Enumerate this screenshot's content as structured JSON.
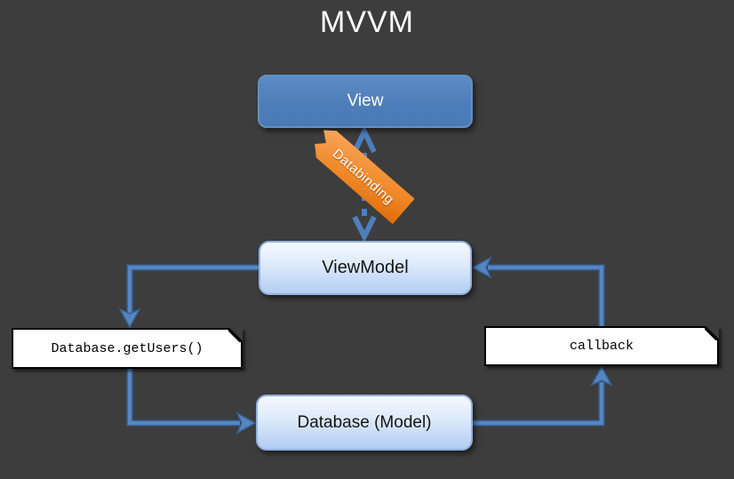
{
  "title": "MVVM",
  "diagram": {
    "nodes": {
      "view": {
        "label": "View",
        "shape": "rounded-rect",
        "fill": "blue"
      },
      "viewmodel": {
        "label": "ViewModel",
        "shape": "rounded-rect",
        "fill": "light-blue"
      },
      "database_get_users": {
        "label": "Database.getUsers()",
        "shape": "note-chamfered",
        "fill": "white"
      },
      "callback": {
        "label": "callback",
        "shape": "note-chamfered",
        "fill": "white"
      },
      "database_model": {
        "label": "Database (Model)",
        "shape": "rounded-rect",
        "fill": "light-blue"
      }
    },
    "ribbon": {
      "label": "Databinding"
    },
    "edges": [
      {
        "from": "viewmodel",
        "to": "view",
        "style": "dashed",
        "bidirectional": true,
        "label": "Databinding"
      },
      {
        "from": "viewmodel",
        "to": "database_get_users",
        "style": "solid"
      },
      {
        "from": "database_get_users",
        "to": "database_model",
        "style": "solid"
      },
      {
        "from": "database_model",
        "to": "callback",
        "style": "solid"
      },
      {
        "from": "callback",
        "to": "viewmodel",
        "style": "solid"
      }
    ],
    "colors": {
      "background": "#3d3d3d",
      "title_text": "#ffffff",
      "arrow_blue": "#4f81bd",
      "box_blue_fill": "#4f81bd",
      "box_light_top": "#f5f9ff",
      "box_light_bottom": "#b3cdf3",
      "note_fill": "#ffffff",
      "note_border": "#000000",
      "ribbon_orange_top": "#f9a85f",
      "ribbon_orange_bottom": "#e06c08"
    }
  }
}
